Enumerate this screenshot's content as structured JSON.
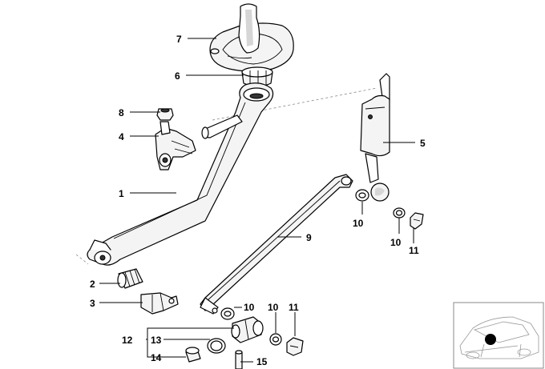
{
  "callouts": [
    {
      "id": "p7",
      "text": "7"
    },
    {
      "id": "p6",
      "text": "6"
    },
    {
      "id": "p8",
      "text": "8"
    },
    {
      "id": "p4",
      "text": "4"
    },
    {
      "id": "p5",
      "text": "5"
    },
    {
      "id": "p1",
      "text": "1"
    },
    {
      "id": "p10a",
      "text": "10"
    },
    {
      "id": "p10b",
      "text": "10"
    },
    {
      "id": "p11a",
      "text": "11"
    },
    {
      "id": "p9",
      "text": "9"
    },
    {
      "id": "p2",
      "text": "2"
    },
    {
      "id": "p3",
      "text": "3"
    },
    {
      "id": "p10c",
      "text": "10"
    },
    {
      "id": "p10d",
      "text": "10"
    },
    {
      "id": "p11b",
      "text": "11"
    },
    {
      "id": "p12",
      "text": "12"
    },
    {
      "id": "p13",
      "text": "13"
    },
    {
      "id": "p14",
      "text": "14"
    },
    {
      "id": "p15",
      "text": "15"
    }
  ],
  "thumbnail": {
    "icon": "car-location-icon",
    "marker_color": "#000000"
  }
}
